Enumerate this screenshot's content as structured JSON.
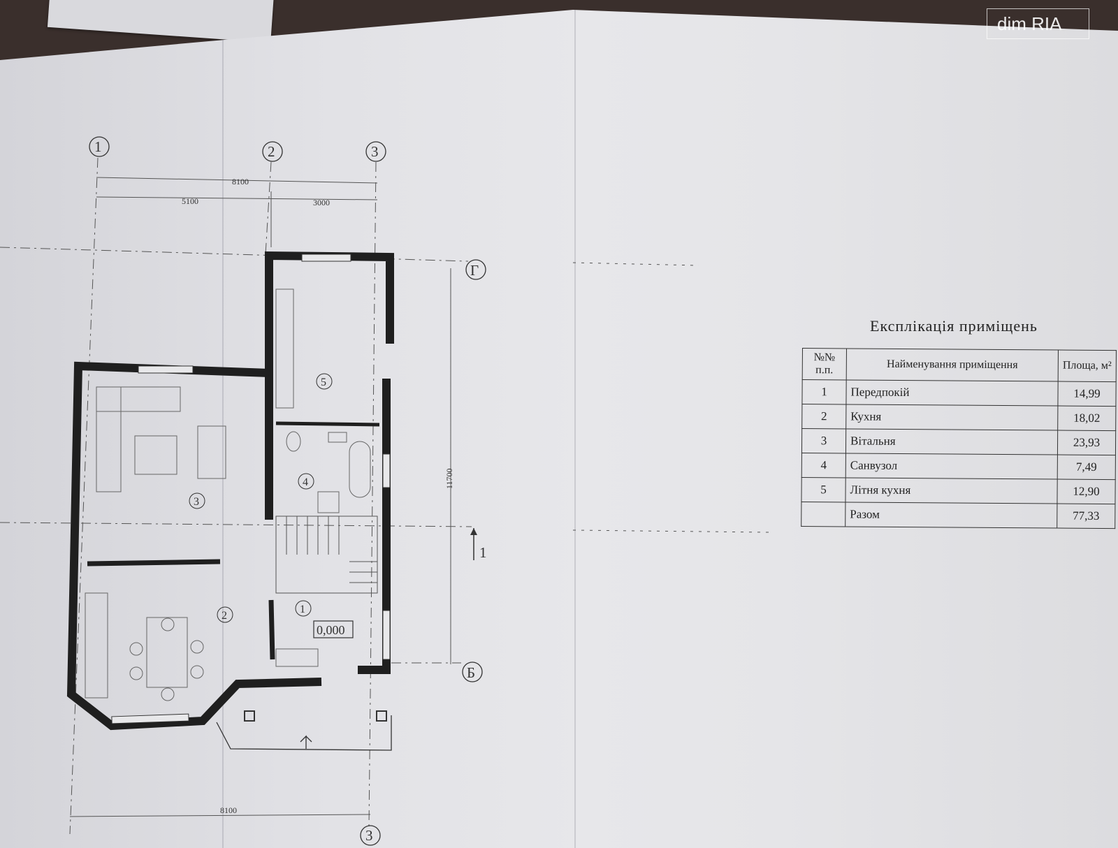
{
  "watermark": {
    "text": "dim RIA"
  },
  "axes": {
    "vertical": [
      "1",
      "2",
      "3"
    ],
    "horizontal": [
      "Г",
      "Б"
    ],
    "section_mark": "1"
  },
  "dimensions": {
    "top_total": "8100",
    "top_left": "5100",
    "top_right": "3000",
    "side": "11700",
    "bottom_total": "8100"
  },
  "rooms": [
    "1",
    "2",
    "3",
    "4",
    "5"
  ],
  "level_mark": "0,000",
  "explication": {
    "title": "Експлікація приміщень",
    "headers": {
      "num": "№№ п.п.",
      "name": "Найменування приміщення",
      "area": "Площа, м²"
    },
    "rows": [
      {
        "num": "1",
        "name": "Передпокій",
        "area": "14,99"
      },
      {
        "num": "2",
        "name": "Кухня",
        "area": "18,02"
      },
      {
        "num": "3",
        "name": "Вітальня",
        "area": "23,93"
      },
      {
        "num": "4",
        "name": "Санвузол",
        "area": "7,49"
      },
      {
        "num": "5",
        "name": "Літня кухня",
        "area": "12,90"
      }
    ],
    "total": {
      "label": "Разом",
      "area": "77,33"
    }
  }
}
